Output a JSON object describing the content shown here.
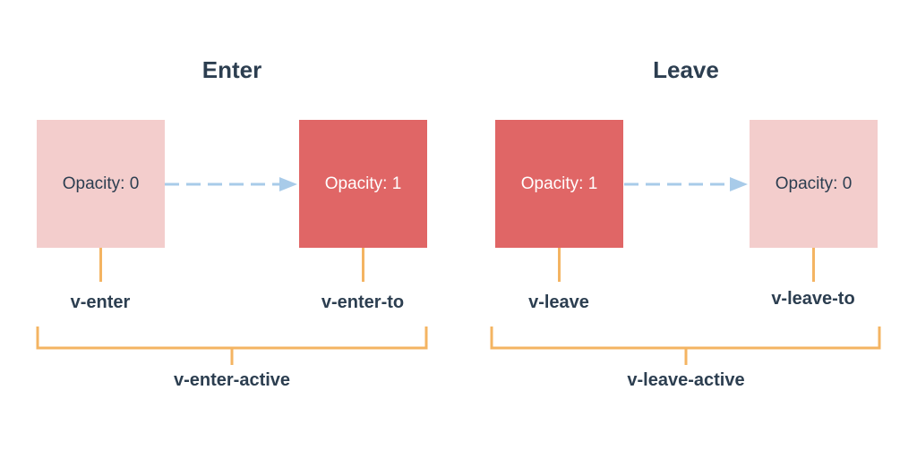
{
  "enter": {
    "title": "Enter",
    "from_box": "Opacity: 0",
    "to_box": "Opacity: 1",
    "start_label": "v-enter",
    "end_label": "v-enter-to",
    "active_label": "v-enter-active"
  },
  "leave": {
    "title": "Leave",
    "from_box": "Opacity: 1",
    "to_box": "Opacity: 0",
    "start_label": "v-leave",
    "end_label": "v-leave-to",
    "active_label": "v-leave-active"
  },
  "colors": {
    "heading_text": "#2c3e50",
    "faded_box": "#f3cdcc",
    "solid_box": "#e06666",
    "bracket": "#f4b462",
    "arrow": "#a8cbe9"
  }
}
